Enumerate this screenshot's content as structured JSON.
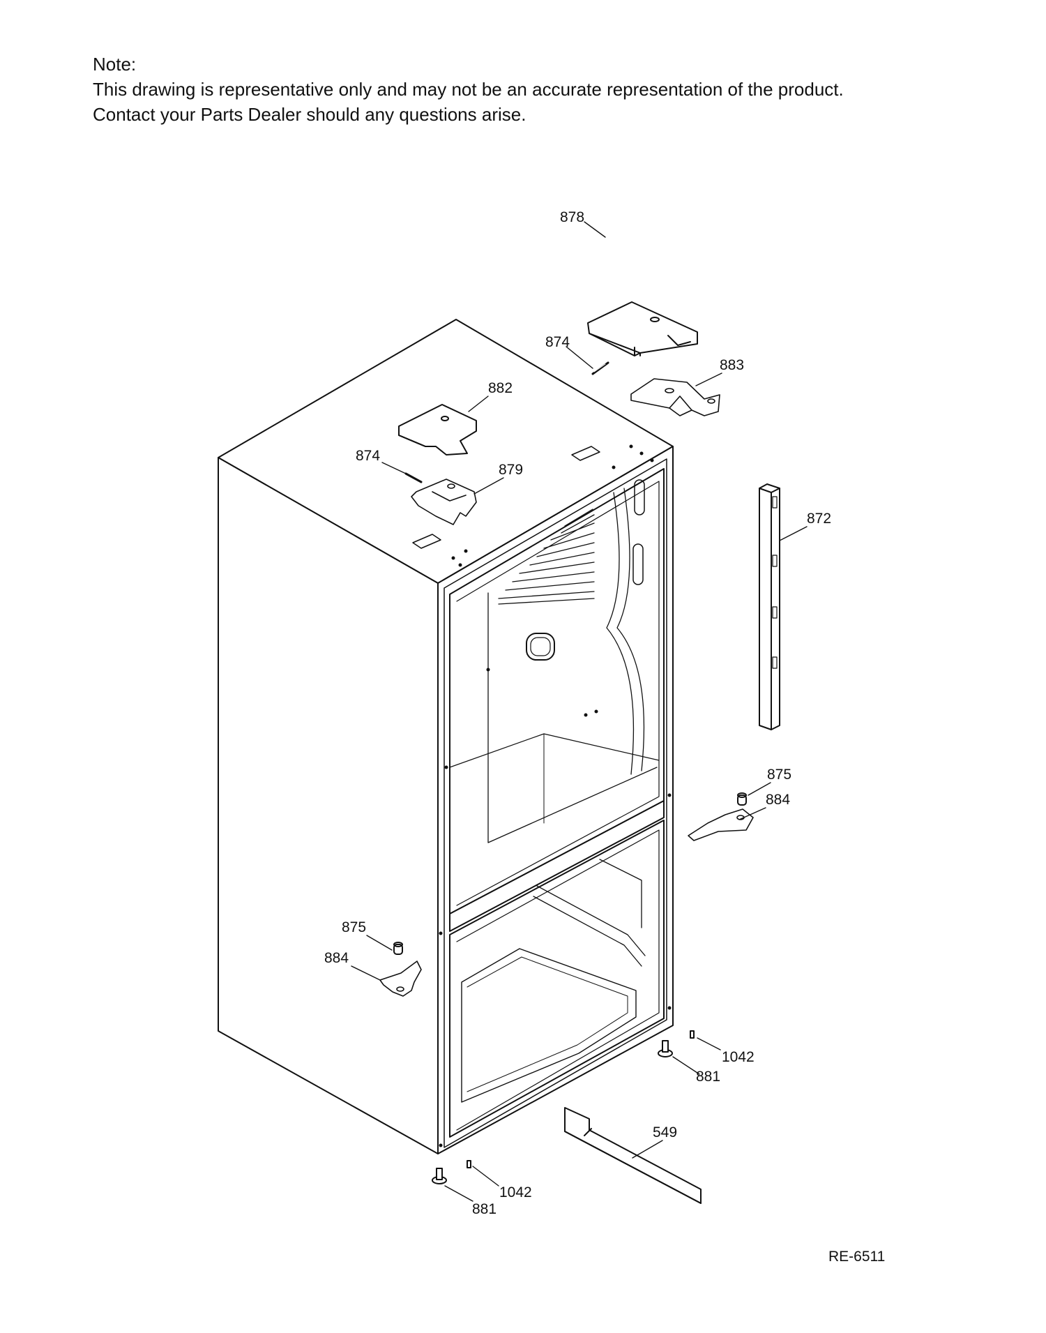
{
  "note": {
    "heading": "Note:",
    "line1": "This drawing is representative only and may not be an accurate representation of the product.",
    "line2": "Contact your Parts Dealer should any questions arise."
  },
  "callouts": {
    "c878": "878",
    "c874_top": "874",
    "c883": "883",
    "c882": "882",
    "c874_left": "874",
    "c879": "879",
    "c872": "872",
    "c875_right": "875",
    "c884_right": "884",
    "c875_left": "875",
    "c884_left": "884",
    "c1042_right": "1042",
    "c881_right": "881",
    "c549": "549",
    "c1042_left": "1042",
    "c881_left": "881"
  },
  "doc_code": "RE-6511"
}
